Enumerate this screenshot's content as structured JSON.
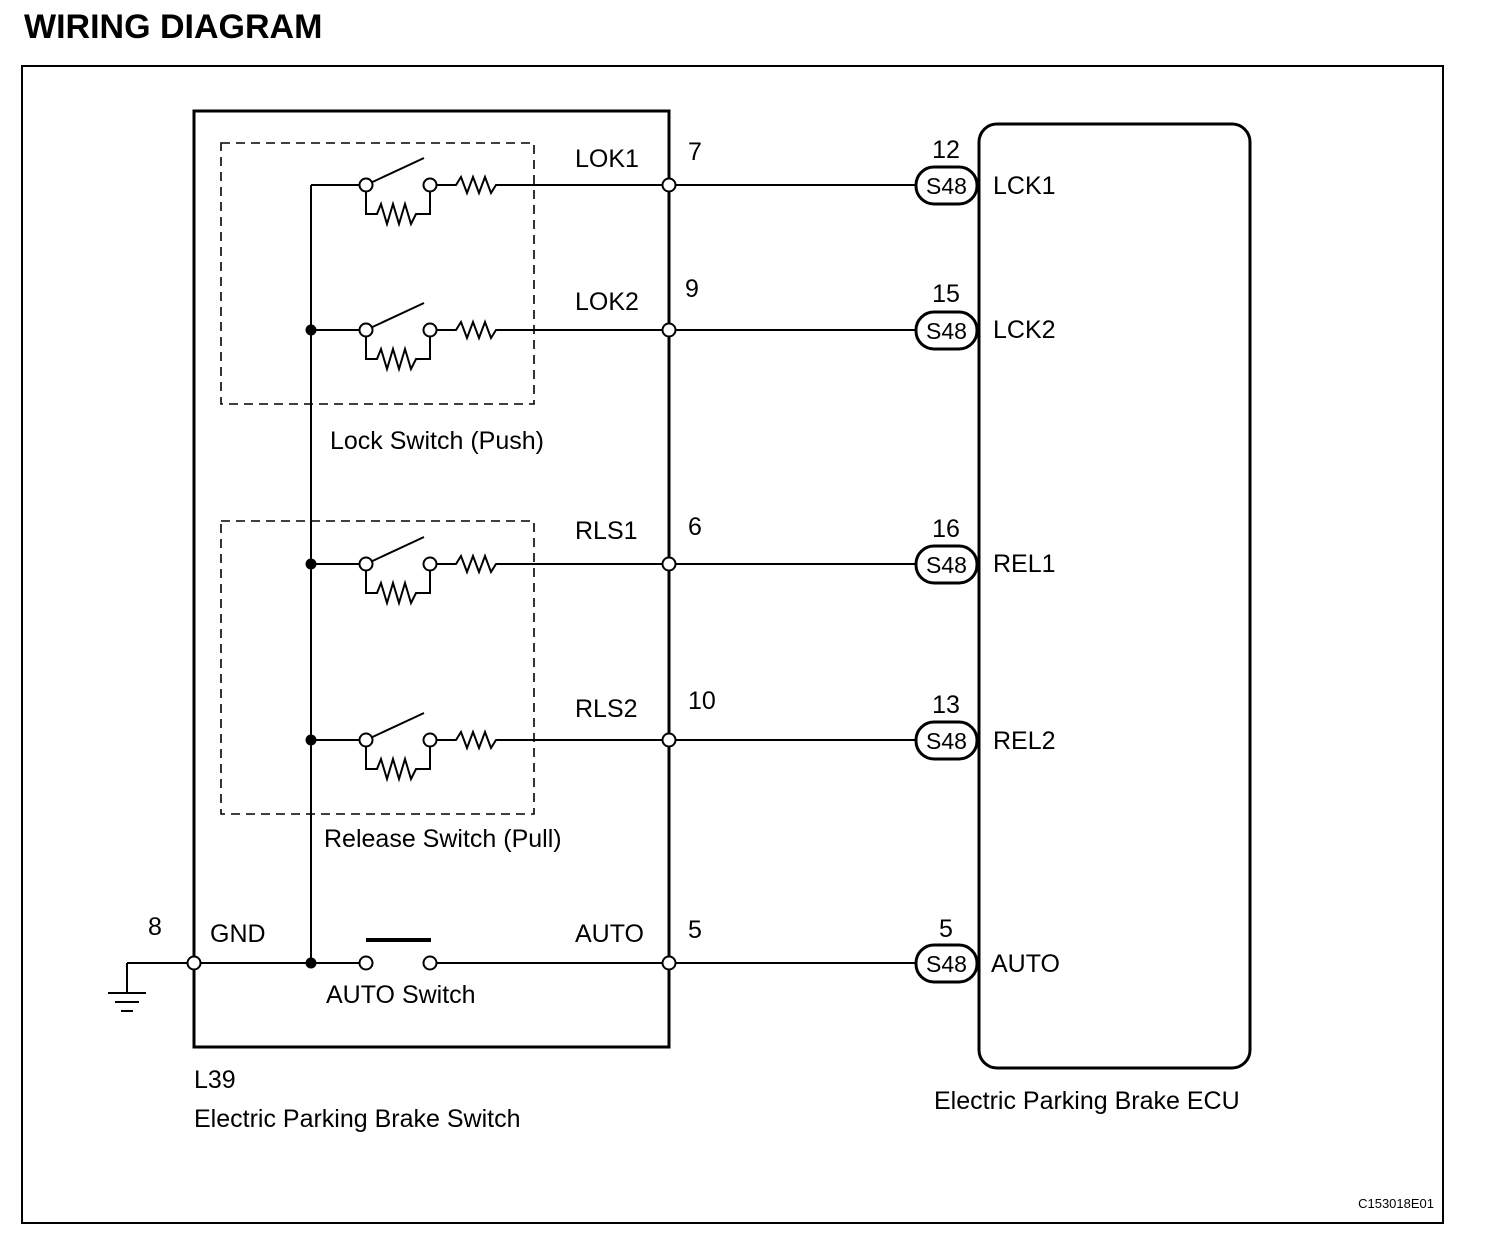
{
  "title": "WIRING DIAGRAM",
  "switch_box": {
    "connector": "L39",
    "name": "Electric Parking Brake Switch",
    "lock_group_label": "Lock Switch (Push)",
    "release_group_label": "Release Switch (Pull)",
    "auto_switch_label": "AUTO Switch",
    "ground": {
      "pin": "8",
      "label": "GND"
    },
    "terminals": [
      {
        "label": "LOK1",
        "pin": "7"
      },
      {
        "label": "LOK2",
        "pin": "9"
      },
      {
        "label": "RLS1",
        "pin": "6"
      },
      {
        "label": "RLS2",
        "pin": "10"
      },
      {
        "label": "AUTO",
        "pin": "5"
      }
    ]
  },
  "ecu": {
    "name": "Electric Parking Brake ECU",
    "connector": "S48",
    "terminals": [
      {
        "label": "LCK1",
        "pin": "12"
      },
      {
        "label": "LCK2",
        "pin": "15"
      },
      {
        "label": "REL1",
        "pin": "16"
      },
      {
        "label": "REL2",
        "pin": "13"
      },
      {
        "label": "AUTO",
        "pin": "5"
      }
    ]
  },
  "figure_code": "C153018E01"
}
